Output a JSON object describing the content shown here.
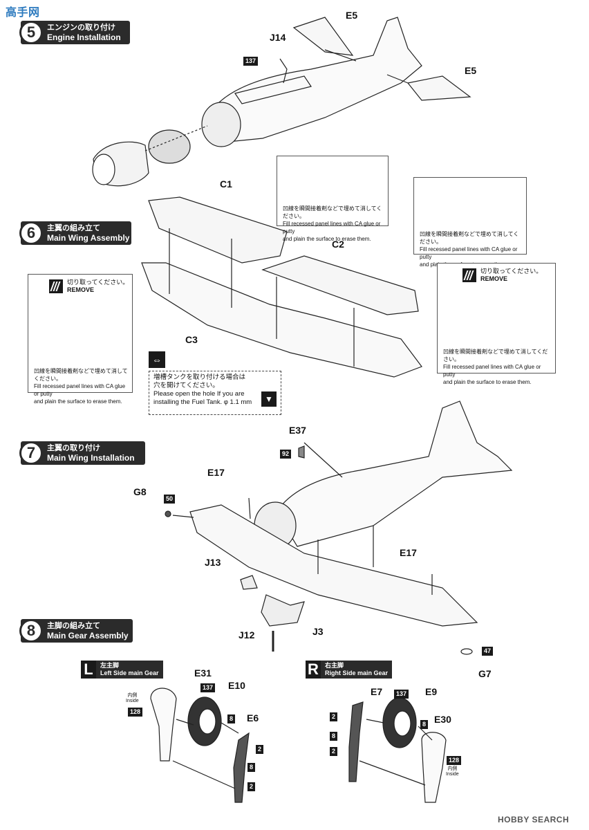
{
  "watermark_top": "高手网",
  "watermark_bottom": "HOBBY SEARCH",
  "steps": [
    {
      "num": "5",
      "jp": "エンジンの取り付け",
      "en": "Engine Installation"
    },
    {
      "num": "6",
      "jp": "主翼の組み立て",
      "en": "Main Wing Assembly"
    },
    {
      "num": "7",
      "jp": "主翼の取り付け",
      "en": "Main Wing Installation"
    },
    {
      "num": "8",
      "jp": "主脚の組み立て",
      "en": "Main Gear Assembly"
    }
  ],
  "parts": {
    "e5a": "E5",
    "e5b": "E5",
    "j14": "J14",
    "c1": "C1",
    "c2": "C2",
    "c3": "C3",
    "e37": "E37",
    "e17a": "E17",
    "e17b": "E17",
    "g8": "G8",
    "g7": "G7",
    "j13": "J13",
    "j12": "J12",
    "j3": "J3",
    "e31": "E31",
    "e10": "E10",
    "e6": "E6",
    "e7": "E7",
    "e9": "E9",
    "e30": "E30"
  },
  "badges": {
    "b137a": "137",
    "b92": "92",
    "b50": "50",
    "b47": "47",
    "b137l": "137",
    "b128l": "128",
    "b8l": "8",
    "b2l1": "2",
    "b8l2": "8",
    "b2l2": "2",
    "b2r1": "2",
    "b8r1": "8",
    "b2r2": "2",
    "b137r": "137",
    "b8r2": "8",
    "b128r": "128"
  },
  "notes": {
    "fill_jp": "凹線を瞬間接着剤などで埋めて消してください。",
    "fill_en1": "Fill recessed panel lines with CA glue or putty",
    "fill_en2": "and plain the surface to erase them.",
    "remove_jp": "切り取ってください。",
    "remove_en": "REMOVE",
    "tank_jp1": "増槽タンクを取り付ける場合は",
    "tank_jp2": "穴を開けてください。",
    "tank_en1": "Please open the hole If you are",
    "tank_en2": "installing the Fuel Tank.  φ 1.1 mm"
  },
  "gear": {
    "left_letter": "L",
    "left_jp": "左主脚",
    "left_en": "Left Side main Gear",
    "right_letter": "R",
    "right_jp": "右主脚",
    "right_en": "Right Side main Gear",
    "inside_jp": "内側",
    "inside_en": "Inside"
  }
}
